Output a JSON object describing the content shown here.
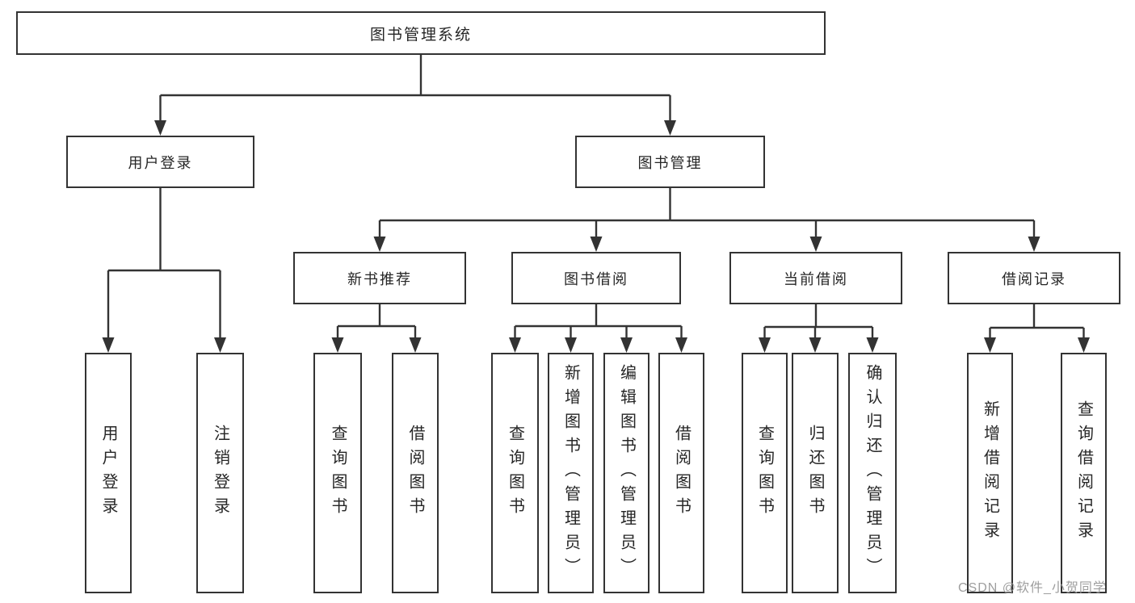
{
  "diagram": {
    "root": {
      "label": "图书管理系统"
    },
    "level2": {
      "user_login": {
        "label": "用户登录"
      },
      "book_management": {
        "label": "图书管理"
      }
    },
    "level3": {
      "new_book_recommend": {
        "label": "新书推荐"
      },
      "book_borrow": {
        "label": "图书借阅"
      },
      "current_borrow": {
        "label": "当前借阅"
      },
      "borrow_records": {
        "label": "借阅记录"
      }
    },
    "leaves": {
      "user_login": {
        "label": "用户登录"
      },
      "logout": {
        "label": "注销登录"
      },
      "recommend_query_books": {
        "label": "查询图书"
      },
      "recommend_borrow_books": {
        "label": "借阅图书"
      },
      "borrow_query_books": {
        "label": "查询图书"
      },
      "borrow_add_books": {
        "label": "新增图书（管理员）"
      },
      "borrow_edit_books": {
        "label": "编辑图书（管理员）"
      },
      "borrow_borrow_books": {
        "label": "借阅图书"
      },
      "current_query_books": {
        "label": "查询图书"
      },
      "current_return_books": {
        "label": "归还图书"
      },
      "current_confirm_return": {
        "label": "确认归还（管理员）"
      },
      "records_add_record": {
        "label": "新增借阅记录"
      },
      "records_query_record": {
        "label": "查询借阅记录"
      }
    },
    "watermark": "CSDN @软件_小贺同学"
  },
  "colors": {
    "line": "#333333",
    "text": "#262626",
    "watermark": "#9e9e9e",
    "background": "#ffffff"
  }
}
